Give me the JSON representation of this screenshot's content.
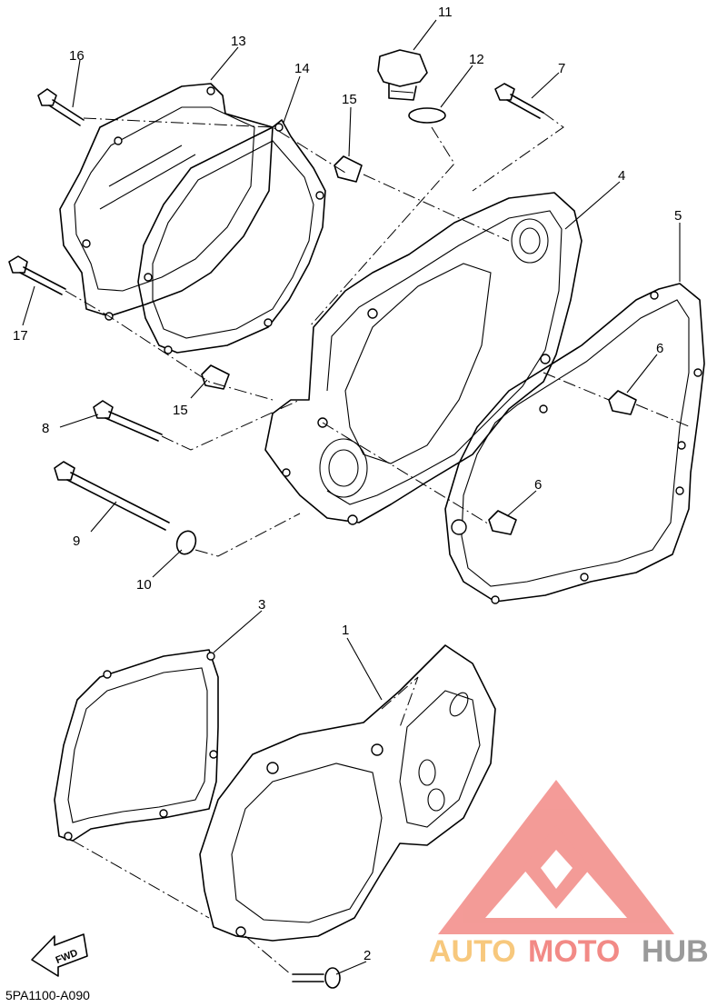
{
  "callouts": [
    {
      "id": "c1",
      "label": "1"
    },
    {
      "id": "c2",
      "label": "2"
    },
    {
      "id": "c3",
      "label": "3"
    },
    {
      "id": "c4",
      "label": "4"
    },
    {
      "id": "c5",
      "label": "5"
    },
    {
      "id": "c6a",
      "label": "6"
    },
    {
      "id": "c6b",
      "label": "6"
    },
    {
      "id": "c7",
      "label": "7"
    },
    {
      "id": "c8",
      "label": "8"
    },
    {
      "id": "c9",
      "label": "9"
    },
    {
      "id": "c10",
      "label": "10"
    },
    {
      "id": "c11",
      "label": "11"
    },
    {
      "id": "c12",
      "label": "12"
    },
    {
      "id": "c13",
      "label": "13"
    },
    {
      "id": "c14",
      "label": "14"
    },
    {
      "id": "c15a",
      "label": "15"
    },
    {
      "id": "c15b",
      "label": "15"
    },
    {
      "id": "c16",
      "label": "16"
    },
    {
      "id": "c17",
      "label": "17"
    }
  ],
  "diagram_code": "5PA1100-A090",
  "fwd_label": "FWD",
  "watermark": {
    "part1": "AUTO",
    "part2": "MOTO",
    "part3": "HUB",
    "color_light": "#f7c87d",
    "color_red": "#f28a86",
    "color_gray": "#9a9a9a"
  }
}
